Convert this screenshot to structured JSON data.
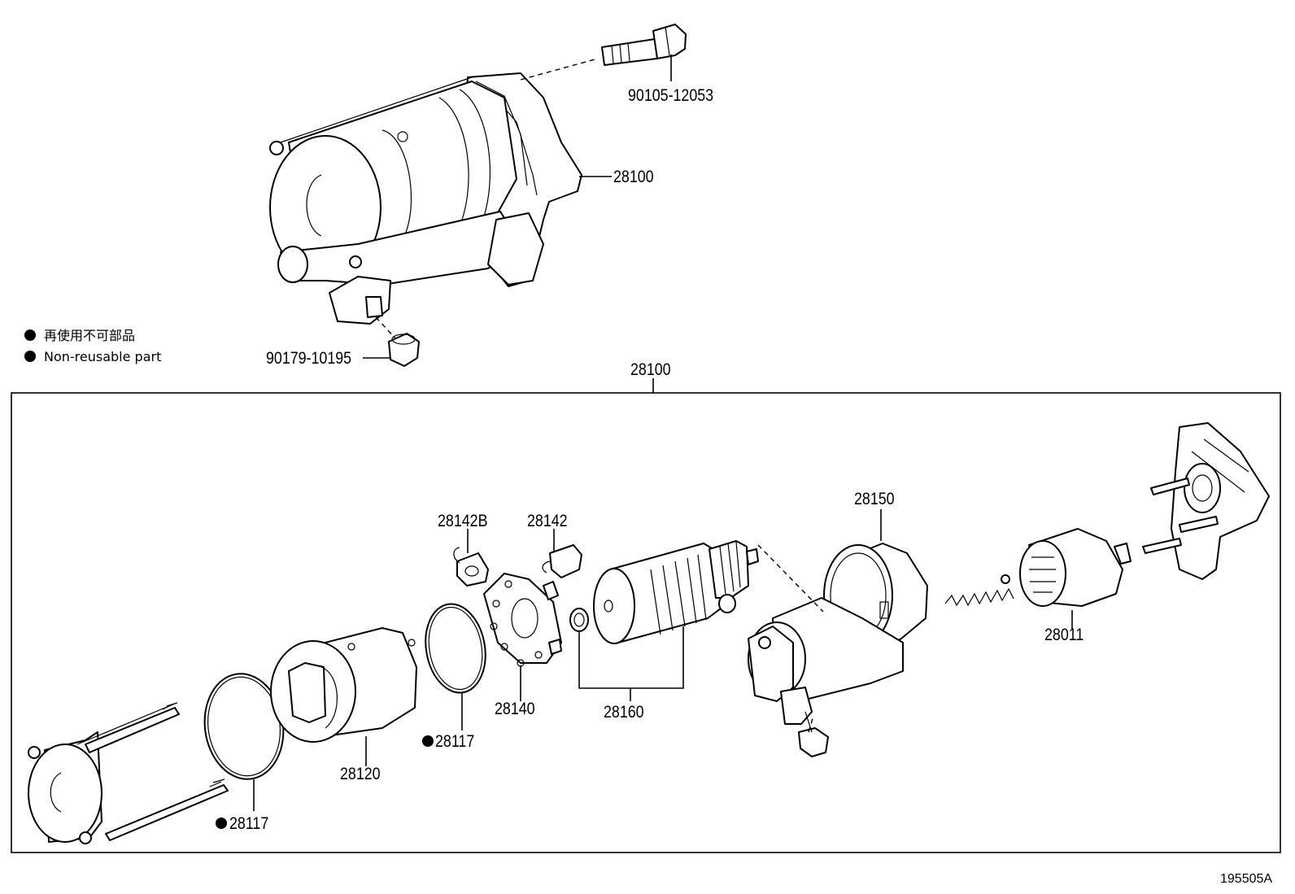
{
  "legend": {
    "jp": "再使用不可部品",
    "en": "Non-reusable part"
  },
  "labels": {
    "bolt": "90105-12053",
    "assembly_top": "28100",
    "nut": "90179-10195",
    "assembly_group": "28100",
    "brush_b": "28142B",
    "brush": "28142",
    "housing": "28150",
    "clutch": "28011",
    "brush_holder": "28140",
    "armature": "28160",
    "ring_mid": "28117",
    "yoke": "28120",
    "ring_left": "28117"
  },
  "reference_code": "195505A"
}
